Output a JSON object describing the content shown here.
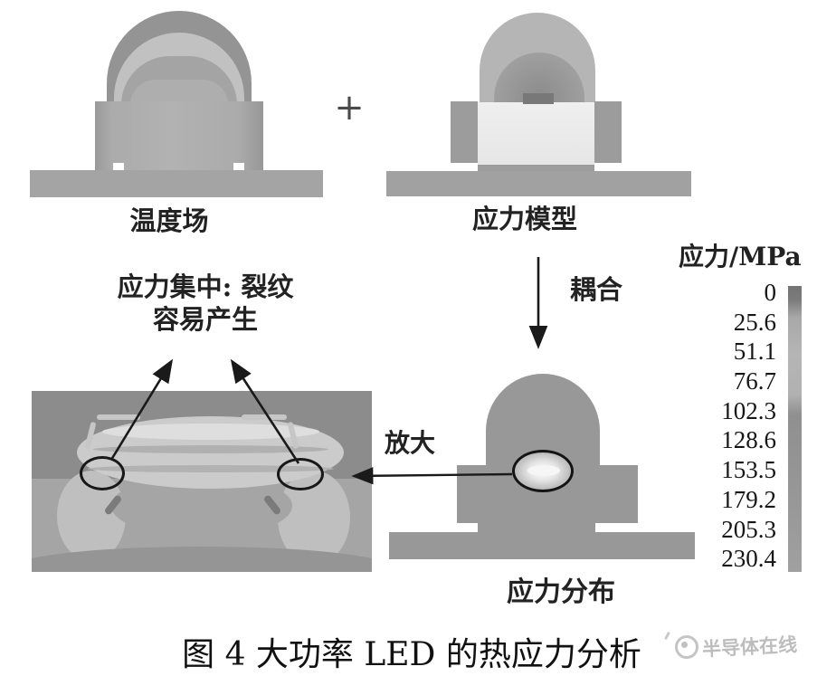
{
  "diagram": {
    "temperature_field": {
      "label": "温度场"
    },
    "plus": "+",
    "stress_model": {
      "label": "应力模型"
    },
    "coupling": {
      "label": "耦合"
    },
    "colorbar": {
      "title": "应力/MPa",
      "values": [
        "0",
        "25.6",
        "51.1",
        "76.7",
        "102.3",
        "128.6",
        "153.5",
        "179.2",
        "205.3",
        "230.4"
      ]
    },
    "stress_concentration_note": {
      "line1": "应力集中: 裂纹",
      "line2": "容易产生"
    },
    "magnify": {
      "label": "放大"
    },
    "stress_distribution": {
      "label": "应力分布"
    },
    "caption": "图 4 大功率 LED 的热应力分析",
    "watermark": {
      "text": "半导体在线"
    },
    "colors": {
      "model_gray": "#989898",
      "light_package_body": "#e7e7e7",
      "magnified_background": "#8c8c8c",
      "lens_highlight": "#cbcbcb",
      "scale_top": "#747474",
      "scale_light": "#b5b5b5",
      "text": "#1b1b1b",
      "watermark_gray": "#bdbdbd"
    }
  }
}
